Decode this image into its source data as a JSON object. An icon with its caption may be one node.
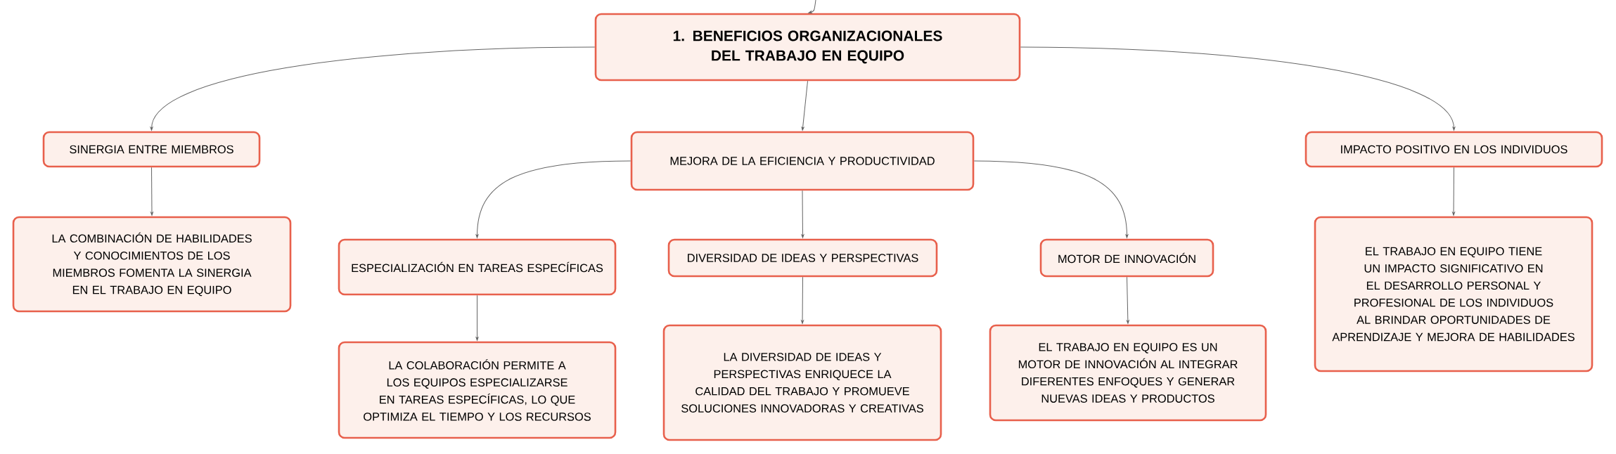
{
  "diagram": {
    "nodes": [
      {
        "text": [
          "1. BENEFICIOS ORGANIZACIONALES DEL TRABAJO EN EQUIPO"
        ]
      },
      {
        "text": [
          "SINERGIA ENTRE MIEMBROS"
        ]
      },
      {
        "text": [
          "MEJORA DE LA EFICIENCIA Y PRODUCTIVIDAD"
        ]
      },
      {
        "text": [
          "IMPACTO POSITIVO EN LOS INDIVIDUOS"
        ]
      },
      {
        "text": [
          "LA COMBINACIÓN DE HABILIDADES Y CONOCIMIENTOS DE LOS MIEMBROS FOMENTA LA SINERGIA EN EL TRABAJO EN EQUIPO"
        ]
      },
      {
        "text": [
          "ESPECIALIZACIÓN EN TAREAS ESPECÍFICAS"
        ]
      },
      {
        "text": [
          "DIVERSIDAD DE IDEAS Y PERSPECTIVAS"
        ]
      },
      {
        "text": [
          "MOTOR DE INNOVACIÓN"
        ]
      },
      {
        "text": [
          "EL TRABAJO EN EQUIPO TIENE UN IMPACTO SIGNIFICATIVO EN EL DESARROLLO PERSONAL Y PROFESIONAL DE LOS INDIVIDUOS AL BRINDAR OPORTUNIDADES DE APRENDIZAJE Y MEJORA DE HABILIDADES"
        ]
      },
      {
        "text": [
          "LA COLABORACIÓN PERMITE A LOS EQUIPOS ESPECIALIZARSE EN TAREAS ESPECÍFICAS, LO QUE OPTIMIZA EL TIEMPO Y LOS RECURSOS"
        ]
      },
      {
        "text": [
          "LA DIVERSIDAD DE IDEAS Y PERSPECTIVAS ENRIQUECE LA CALIDAD DEL TRABAJO Y PROMUEVE SOLUCIONES INNOVADORAS Y CREATIVAS"
        ]
      },
      {
        "text": [
          "EL TRABAJO EN EQUIPO ES UN MOTOR DE INNOVACIÓN AL INTEGRAR DIFERENTES ENFOQUES Y GENERAR NUEVAS IDEAS Y PRODUCTOS"
        ]
      }
    ],
    "edges": [
      {
        "from": null,
        "to": 0,
        "arrow": "to"
      },
      {
        "from": 0,
        "to": 1,
        "arrow": "to"
      },
      {
        "from": 0,
        "to": 2,
        "arrow": "to"
      },
      {
        "from": 0,
        "to": 3,
        "arrow": "to"
      },
      {
        "from": 1,
        "to": 4,
        "arrow": "to"
      },
      {
        "from": 2,
        "to": 5,
        "arrow": "to"
      },
      {
        "from": 2,
        "to": 6,
        "arrow": "to"
      },
      {
        "from": 2,
        "to": 7,
        "arrow": "to"
      },
      {
        "from": 3,
        "to": 8,
        "arrow": "to"
      },
      {
        "from": 5,
        "to": 9,
        "arrow": "to"
      },
      {
        "from": 6,
        "to": 10,
        "arrow": "to"
      },
      {
        "from": 7,
        "to": 11,
        "arrow": "to"
      }
    ]
  }
}
